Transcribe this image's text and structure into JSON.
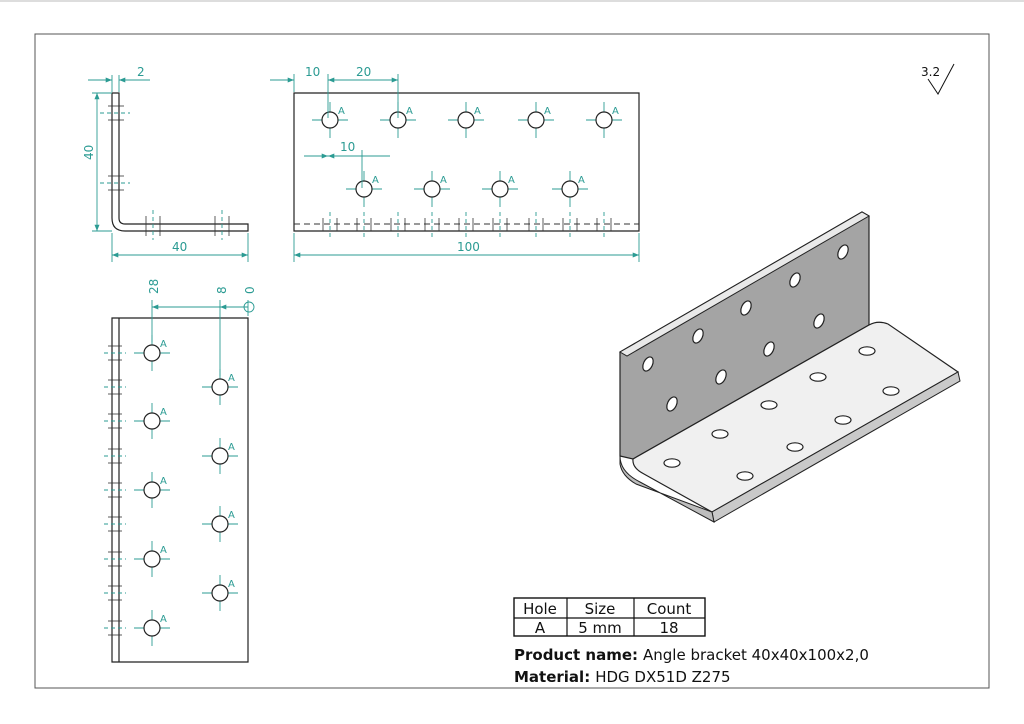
{
  "roughness": "3.2",
  "front_view": {
    "dims": {
      "thickness": "2",
      "height": "40",
      "width": "40"
    },
    "hole_tag": "A"
  },
  "top_view": {
    "dims": {
      "edge_offset": "10",
      "pitch": "20",
      "row2_offset": "10",
      "length": "100"
    },
    "hole_tag": "A"
  },
  "side_view": {
    "dims": {
      "col1": "28",
      "col2": "8",
      "origin": "0"
    },
    "hole_tag": "A"
  },
  "hole_table": {
    "headers": [
      "Hole",
      "Size",
      "Count"
    ],
    "rows": [
      [
        "A",
        "5 mm",
        "18"
      ]
    ]
  },
  "info": {
    "product_label": "Product name:",
    "product_value": "Angle bracket 40x40x100x2,0",
    "material_label": "Material:",
    "material_value": "HDG DX51D Z275"
  },
  "colors": {
    "dimension": "#2b9b93",
    "outline": "#222222",
    "part_face": "#9a9a9a",
    "part_top": "#f2f2f2"
  }
}
